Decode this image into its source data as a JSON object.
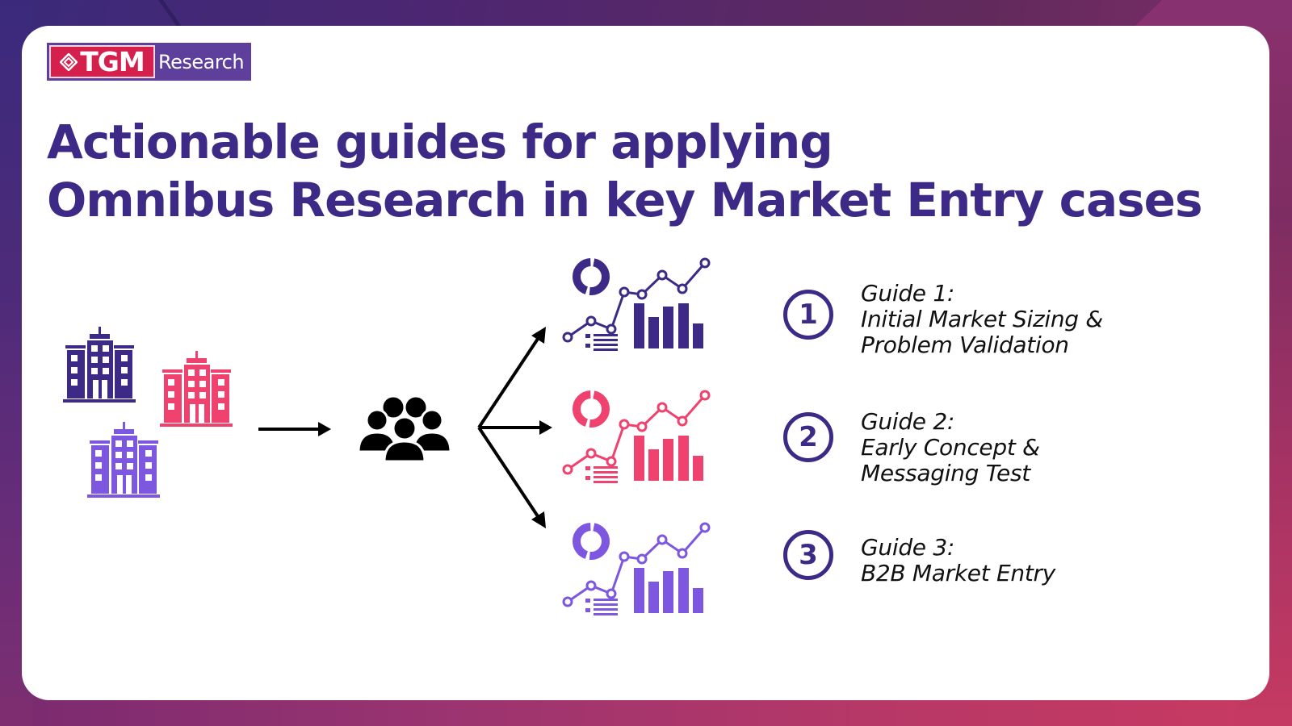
{
  "logo": {
    "brand_mark": "TGM",
    "brand_suffix": "Research",
    "colors": {
      "red": "#d5204e",
      "purple": "#5e3f9c"
    }
  },
  "title": {
    "line1": "Actionable guides for applying",
    "line2": "Omnibus Research in key Market Entry cases",
    "color": "#3c2a86"
  },
  "diagram": {
    "buildings": [
      {
        "name": "building-icon",
        "color": "#3c2a86"
      },
      {
        "name": "building-icon",
        "color": "#f0426e"
      },
      {
        "name": "building-icon",
        "color": "#7e57e0"
      }
    ],
    "people_icon": "group-of-people-icon",
    "analytics": [
      {
        "name": "analytics-dashboard-icon",
        "color": "#3c2a86"
      },
      {
        "name": "analytics-dashboard-icon",
        "color": "#f0426e"
      },
      {
        "name": "analytics-dashboard-icon",
        "color": "#7e57e0"
      }
    ]
  },
  "guides": [
    {
      "number": "1",
      "heading": "Guide 1:",
      "lines": [
        "Initial Market Sizing &",
        "Problem Validation"
      ]
    },
    {
      "number": "2",
      "heading": "Guide 2:",
      "lines": [
        "Early Concept &",
        "Messaging Test"
      ]
    },
    {
      "number": "3",
      "heading": "Guide 3:",
      "lines": [
        "B2B Market Entry"
      ]
    }
  ]
}
